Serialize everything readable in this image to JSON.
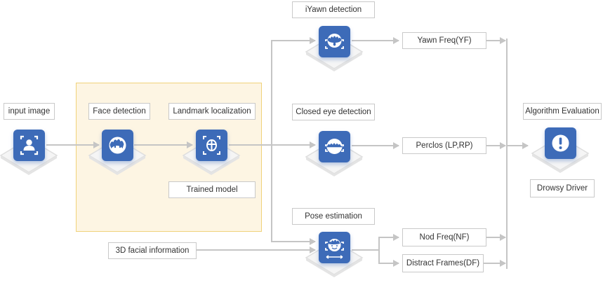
{
  "title": "Drowsy driver detection pipeline",
  "colors": {
    "icon_fill": "#3d6bb8",
    "connector": "#c5c5c5",
    "group_fill": "#fdf5e3",
    "group_border": "#f0d27a",
    "label_border": "#c9c9c9"
  },
  "nodes": {
    "input": {
      "label": "input image",
      "icon": "user-scan-icon"
    },
    "face": {
      "label": "Face detection",
      "icon": "face-icon"
    },
    "landmark": {
      "label": "Landmark localization",
      "icon": "globe-scan-icon",
      "sublabel": "Trained model"
    },
    "yawn": {
      "label": "iYawn detection",
      "icon": "yawn-face-icon"
    },
    "eye": {
      "label": "Closed eye detection",
      "icon": "closed-eye-icon"
    },
    "pose": {
      "label": "Pose estimation",
      "icon": "pose-face-icon"
    },
    "eval": {
      "label": "Algorithm Evaluation",
      "icon": "alert-icon",
      "sublabel": "Drowsy Driver"
    }
  },
  "inputs": {
    "facial3d": "3D facial information"
  },
  "features": {
    "yf": "Yawn Freq(YF)",
    "perclos": "Perclos (LP,RP)",
    "nf": "Nod Freq(NF)",
    "df": "Distract  Frames(DF)"
  }
}
